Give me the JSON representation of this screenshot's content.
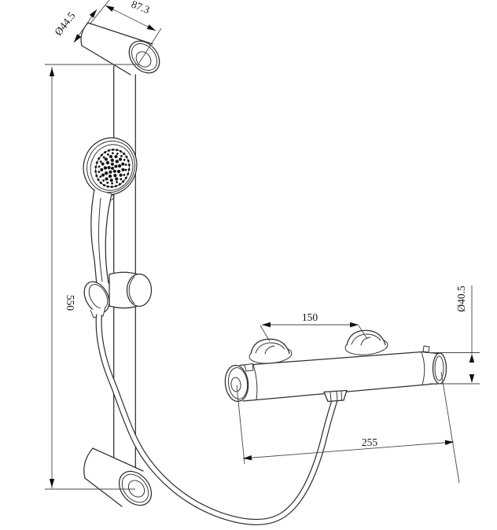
{
  "drawing": {
    "colors": {
      "line": "#2e2e2e",
      "dim": "#474747",
      "background": "#ffffff"
    },
    "labels": {
      "bar_length": "550",
      "top_bracket_length": "87.3",
      "top_bracket_diameter": "Ø44.5",
      "mount_spacing": "150",
      "valve_length": "255",
      "valve_diameter": "Ø40.5"
    }
  }
}
